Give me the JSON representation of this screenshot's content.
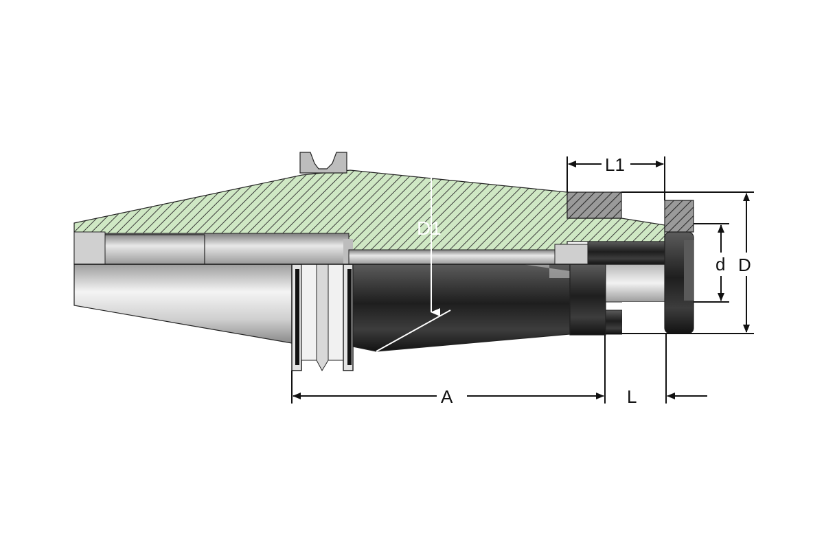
{
  "labels": {
    "A": "A",
    "L": "L",
    "L1": "L1",
    "D": "D",
    "d": "d",
    "D1": "D1"
  },
  "colors": {
    "section_fill": "#cfe8c4",
    "hatch": "#3a3a3a",
    "steel_light": "#e6e6e6",
    "steel_dark": "#2b2b2b",
    "dim_line": "#111111"
  }
}
